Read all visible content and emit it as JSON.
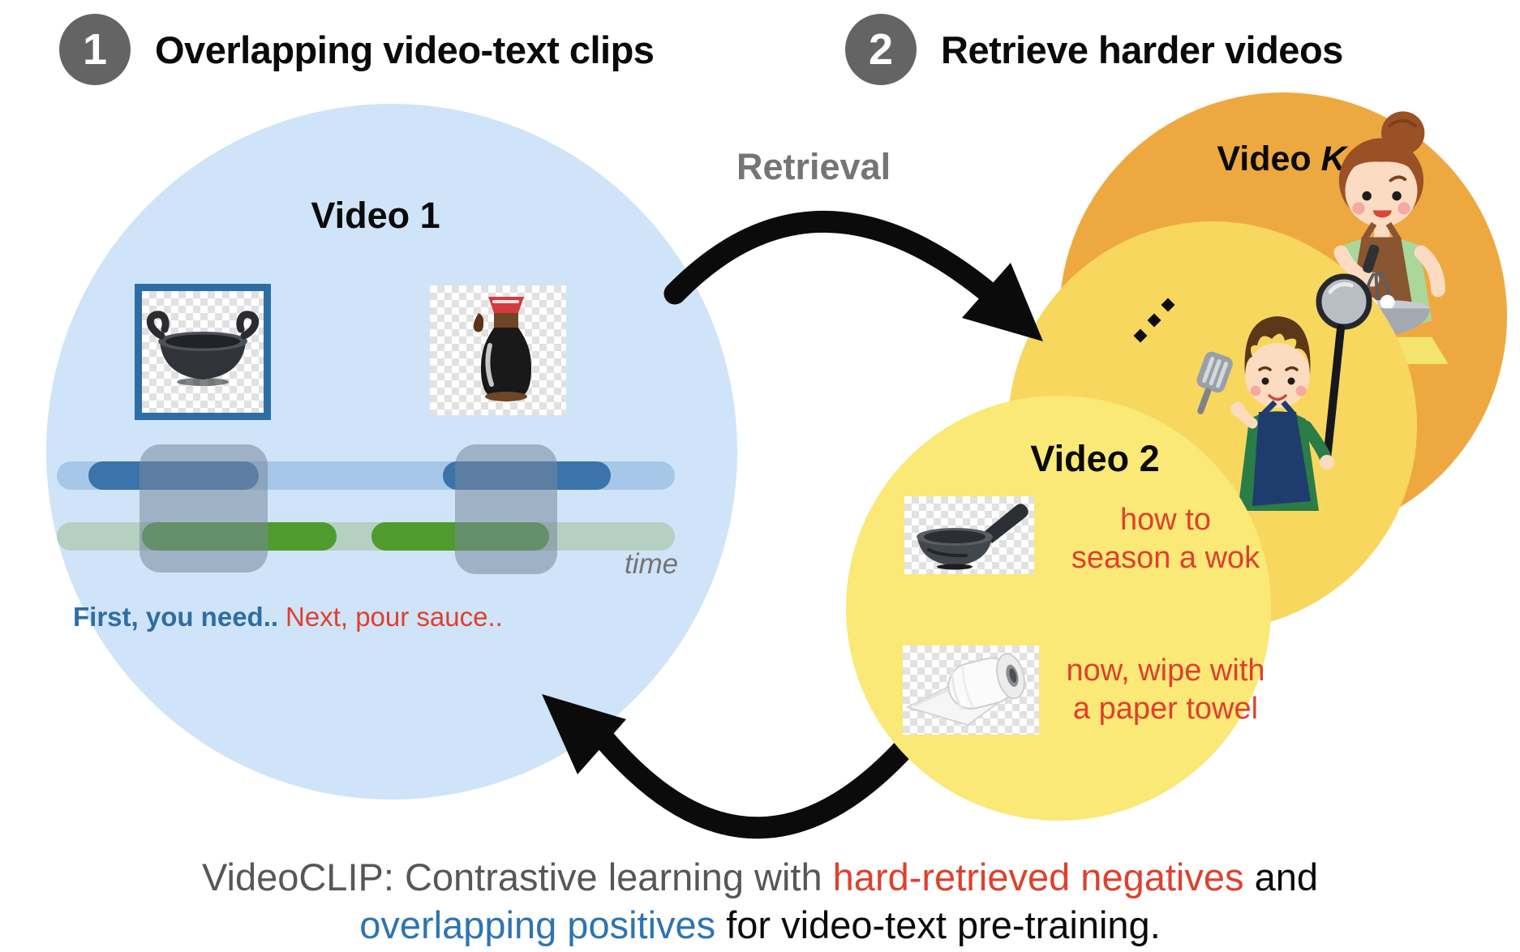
{
  "colors": {
    "badge_gray": "#646464",
    "heading_black": "#0a0a0a",
    "blue_circle": "#cfe4f8",
    "accent_blue": "#2e6da4",
    "track_blue": "#a7c7e8",
    "seg_blue": "#3b73ab",
    "track_green": "#b5d0c3",
    "seg_green": "#4f9b2e",
    "overlap_gray": "#76879a",
    "orange_circle": "#eda940",
    "mid_yellow": "#f8d75f",
    "front_yellow": "#fae877",
    "red_text": "#df402d",
    "blue_text": "#2e74b0",
    "gray_text": "#757575",
    "caption_gray": "#575757",
    "arrow_black": "#0b0b0b"
  },
  "steps": [
    {
      "number": "1",
      "label": "Overlapping video-text clips"
    },
    {
      "number": "2",
      "label": "Retrieve harder videos"
    }
  ],
  "retrieval_label": "Retrieval",
  "video1": {
    "title": "Video 1",
    "transcript_blue": "First, you need..",
    "transcript_red": "Next, pour sauce..",
    "time_label": "time",
    "clip1_icon": "wok-icon",
    "clip2_icon": "soy-sauce-bottle-icon"
  },
  "video_k": {
    "title_prefix": "Video ",
    "title_suffix": "K",
    "illustration": "cooking-woman-illustration"
  },
  "mid_video": {
    "illustration": "cooking-boy-illustration",
    "ellipsis_icon": "diagonal-ellipsis-dots"
  },
  "video2": {
    "title": "Video 2",
    "items": [
      {
        "icon": "frying-pan-icon",
        "caption_line1": "how to",
        "caption_line2": "season a wok"
      },
      {
        "icon": "paper-towel-icon",
        "caption_line1": "now, wipe with",
        "caption_line2": "a paper towel"
      }
    ]
  },
  "footer": {
    "part1": "VideoCLIP: Contrastive learning with ",
    "part2": "hard-retrieved negatives",
    "part3": " and",
    "part4": "overlapping positives",
    "part5": " for video-text pre-training."
  }
}
